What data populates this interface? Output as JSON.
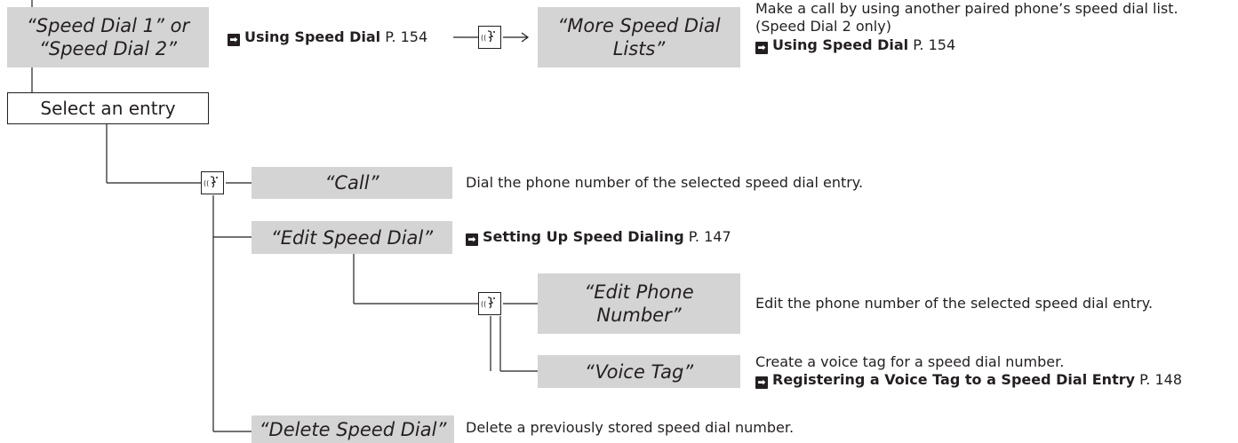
{
  "commands": {
    "speed_dial_1_or_2": "“Speed Dial 1” or\n“Speed Dial 2”",
    "more_speed_dial_lists": "“More Speed Dial\nLists”",
    "call": "“Call”",
    "edit_speed_dial": "“Edit Speed Dial”",
    "edit_phone_number": "“Edit Phone\nNumber”",
    "voice_tag": "“Voice Tag”",
    "delete_speed_dial": "“Delete Speed Dial”"
  },
  "steps": {
    "select_entry": "Select an entry"
  },
  "descriptions": {
    "more_lists": "Make a call by using another paired phone’s speed dial list.",
    "more_lists_note": "(Speed Dial 2 only)",
    "call": "Dial the phone number of the selected speed dial entry.",
    "edit_phone_number": "Edit the phone number of the selected speed dial entry.",
    "voice_tag": "Create a voice tag for a speed dial number.",
    "delete_speed_dial": "Delete a previously stored speed dial number."
  },
  "references": {
    "using_speed_dial_1": {
      "title": "Using Speed Dial",
      "page": "P. 154"
    },
    "using_speed_dial_2": {
      "title": "Using Speed Dial",
      "page": "P. 154"
    },
    "setting_up_speed_dialing": {
      "title": "Setting Up Speed Dialing",
      "page": "P. 147"
    },
    "registering_voice_tag": {
      "title": "Registering a Voice Tag to a Speed Dial Entry",
      "page": "P. 148"
    }
  },
  "icons": {
    "voice": "voice-command-icon",
    "reference_arrow": "reference-arrow-icon"
  },
  "colors": {
    "command_box": "#d4d4d4",
    "line": "#231f20"
  }
}
